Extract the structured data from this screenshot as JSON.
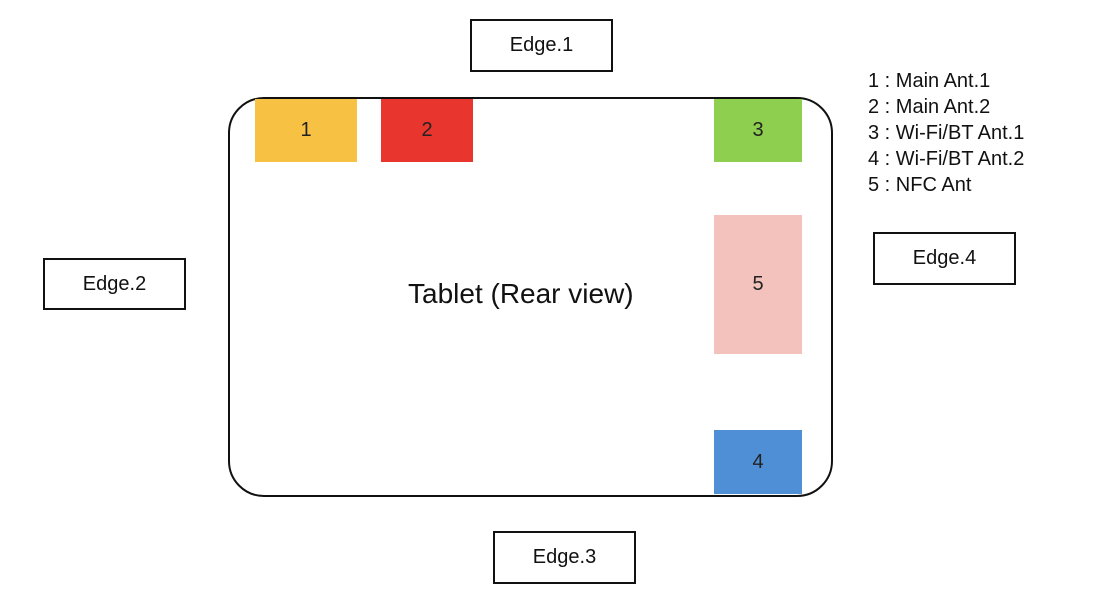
{
  "edges": {
    "edge1": "Edge.1",
    "edge2": "Edge.2",
    "edge3": "Edge.3",
    "edge4": "Edge.4"
  },
  "tablet": {
    "title": "Tablet (Rear view)"
  },
  "antennas": {
    "ant1": {
      "label": "1",
      "color": "#f7c244"
    },
    "ant2": {
      "label": "2",
      "color": "#e8352e"
    },
    "ant3": {
      "label": "3",
      "color": "#8fcf4f"
    },
    "ant4": {
      "label": "4",
      "color": "#4f8fd6"
    },
    "ant5": {
      "label": "5",
      "color": "#f3c2bd"
    }
  },
  "legend": [
    "1 : Main Ant.1",
    "2 : Main Ant.2",
    "3 : Wi-Fi/BT Ant.1",
    "4 : Wi-Fi/BT Ant.2",
    "5 : NFC Ant"
  ]
}
